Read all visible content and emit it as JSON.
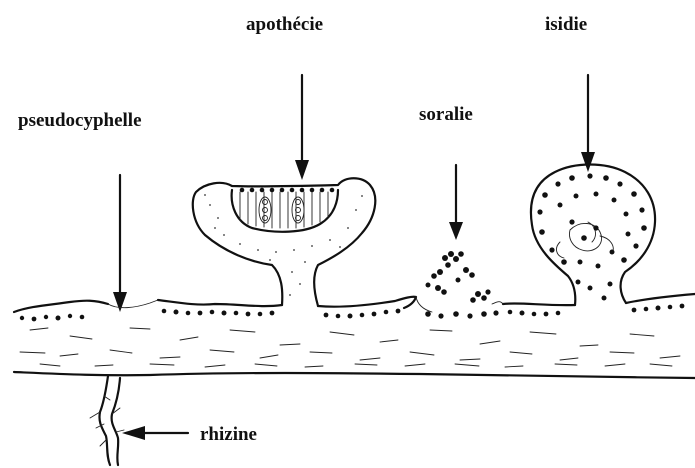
{
  "labels": {
    "apothecie": "apothécie",
    "isidie": "isidie",
    "pseudocyphelle": "pseudocyphelle",
    "soralie": "soralie",
    "rhizine": "rhizine"
  },
  "colors": {
    "ink": "#111111",
    "background": "#ffffff"
  }
}
